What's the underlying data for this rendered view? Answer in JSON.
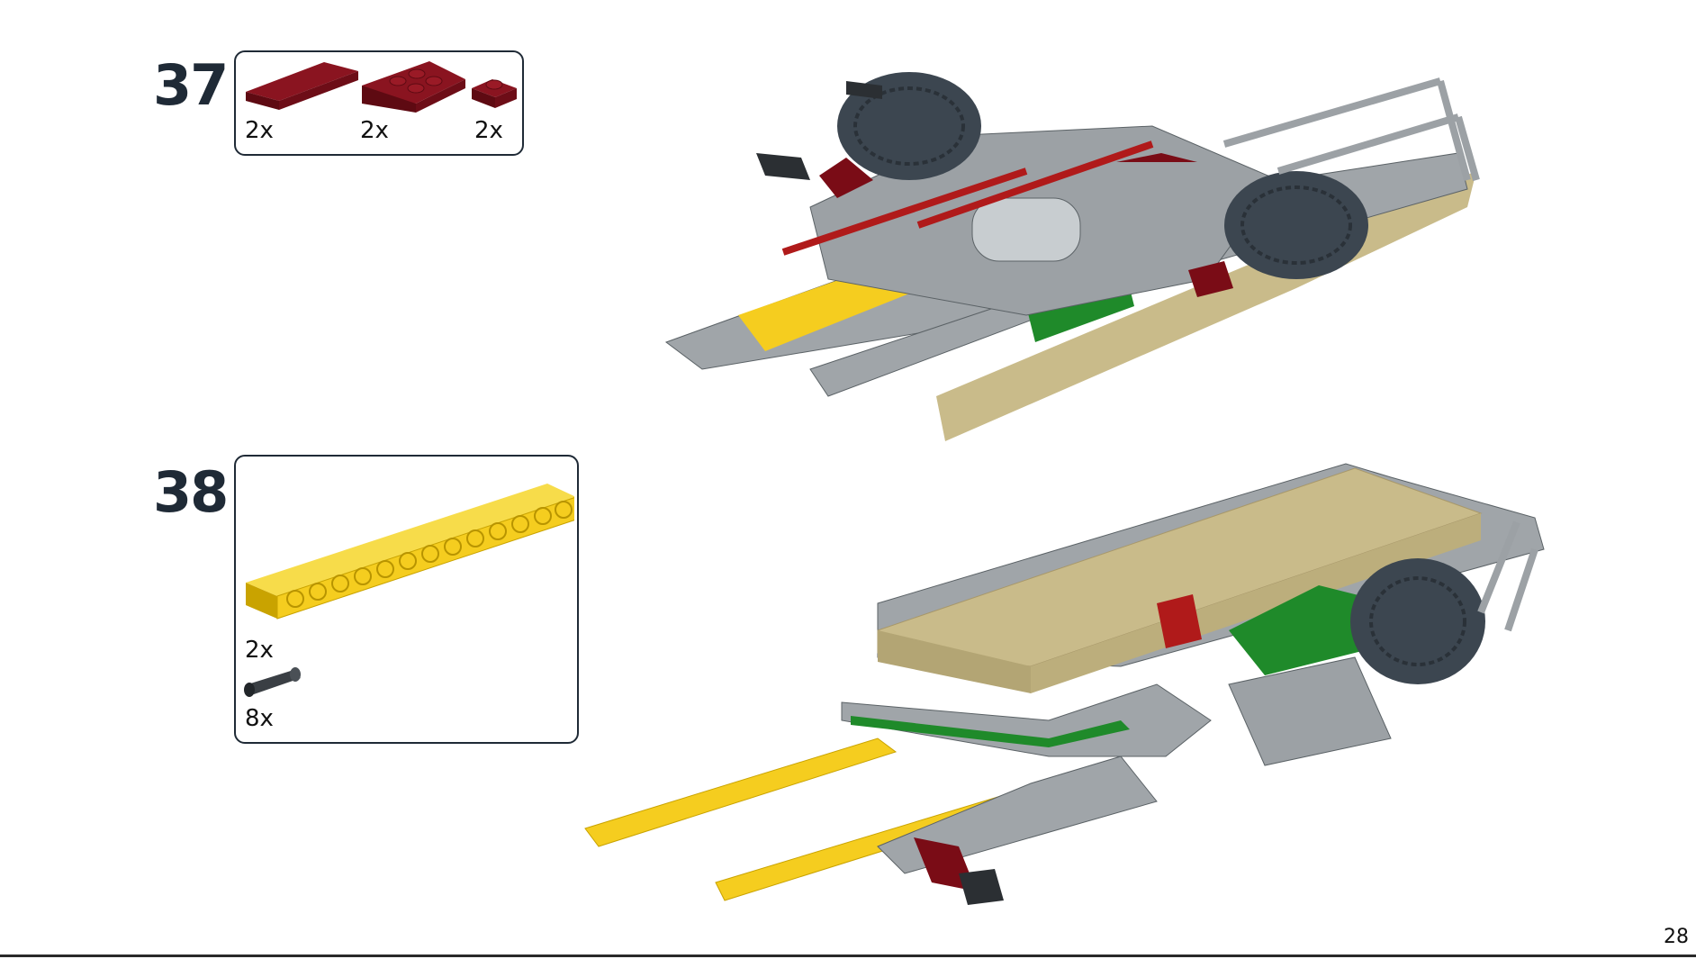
{
  "page_number": "28",
  "colors": {
    "dark_red": "#7a0c16",
    "yellow": "#f5cd1f",
    "tan": "#c9bb8a",
    "grey": "#a0a5a9",
    "dark_grey": "#5b6266",
    "green": "#1f8a2a",
    "ink": "#1f2a36"
  },
  "steps": [
    {
      "number": "37",
      "parts": [
        {
          "name": "dark-red-plate-1x4",
          "qty": "2x"
        },
        {
          "name": "dark-red-wedge-plate",
          "qty": "2x"
        },
        {
          "name": "dark-red-plate-1x1",
          "qty": "2x"
        }
      ]
    },
    {
      "number": "38",
      "parts": [
        {
          "name": "yellow-technic-beam-1x14",
          "qty": "2x"
        },
        {
          "name": "black-axle-pin",
          "qty": "8x"
        }
      ]
    }
  ]
}
